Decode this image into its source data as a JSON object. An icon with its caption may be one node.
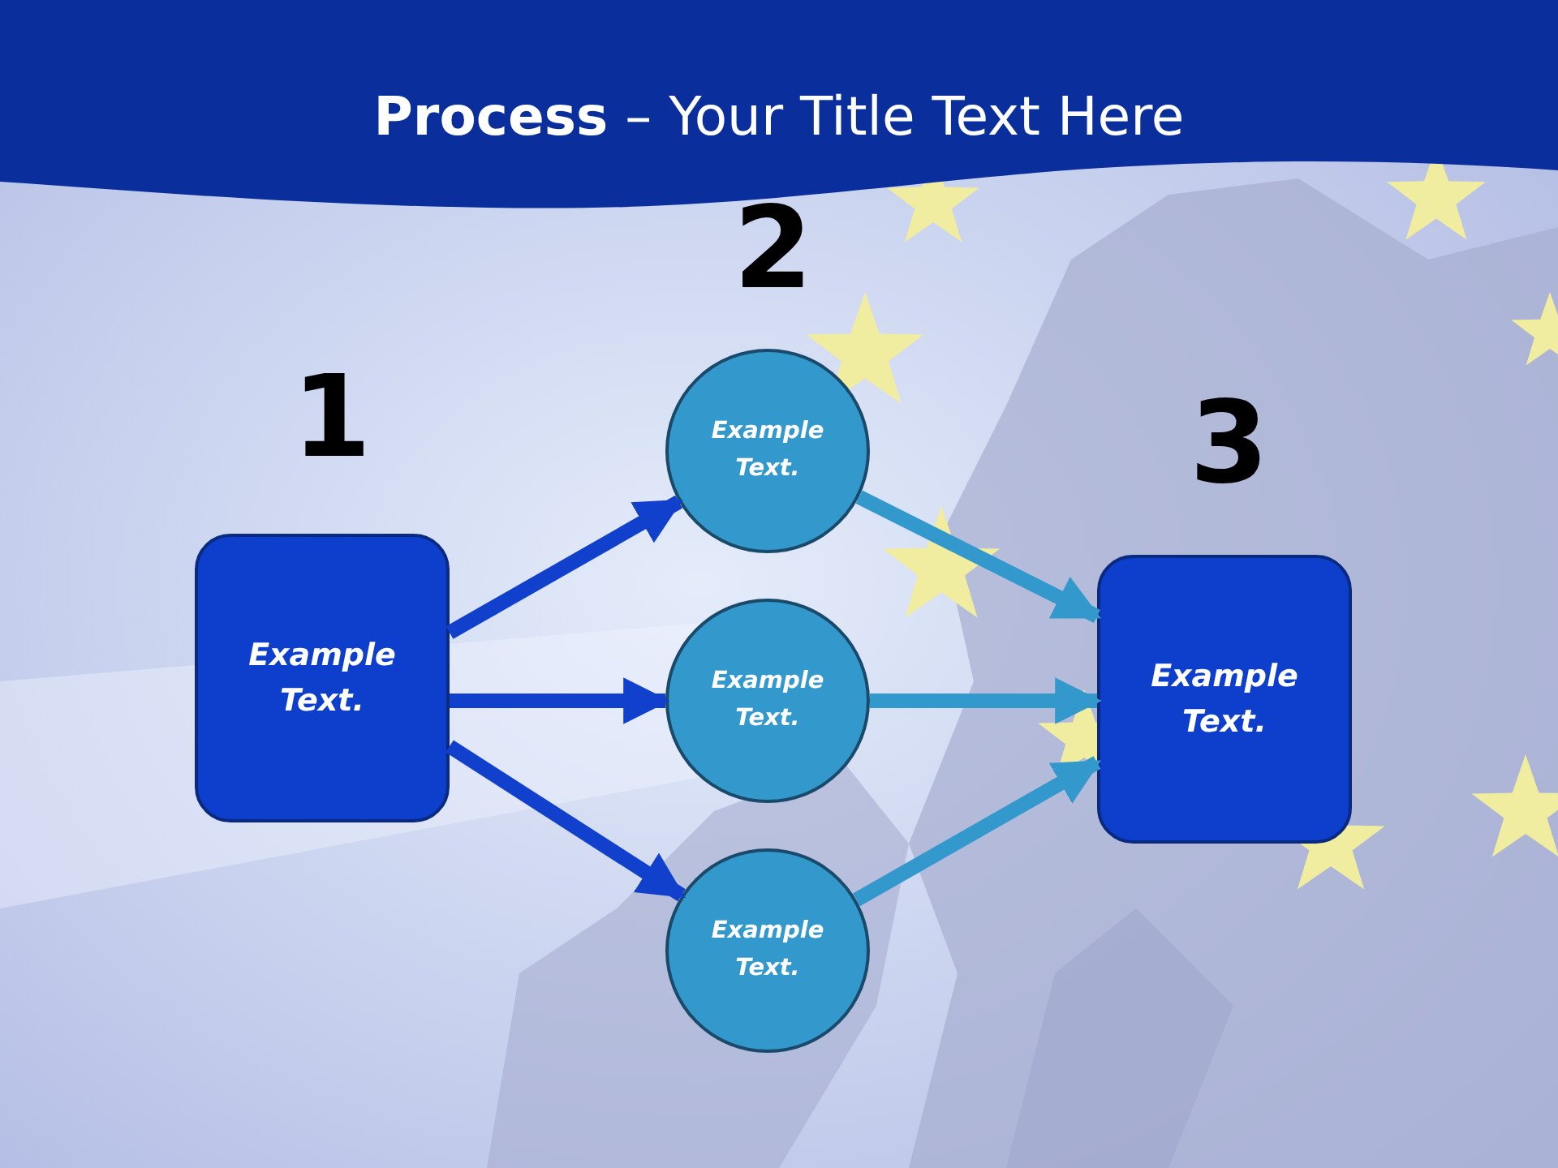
{
  "diagram": {
    "title": "**Process** – Your Title Text Here",
    "nodes": [
      {
        "text": [
          "Example Text."
        ]
      },
      {
        "text": [
          "Example Text."
        ]
      },
      {
        "text": [
          "Example Text."
        ]
      },
      {
        "text": [
          "Example Text."
        ]
      },
      {
        "text": [
          "Example Text."
        ]
      }
    ],
    "edges": [
      {
        "from": 0,
        "to": 1,
        "arrow": "to",
        "color": "#1040cc"
      },
      {
        "from": 0,
        "to": 2,
        "arrow": "to",
        "color": "#1040cc"
      },
      {
        "from": 0,
        "to": 3,
        "arrow": "to",
        "color": "#1040cc"
      },
      {
        "from": 1,
        "to": 4,
        "arrow": "to",
        "color": "#3399cc"
      },
      {
        "from": 2,
        "to": 4,
        "arrow": "to",
        "color": "#3399cc"
      },
      {
        "from": 3,
        "to": 4,
        "arrow": "to",
        "color": "#3399cc"
      }
    ],
    "labels": [
      "1",
      "2",
      "3"
    ]
  }
}
